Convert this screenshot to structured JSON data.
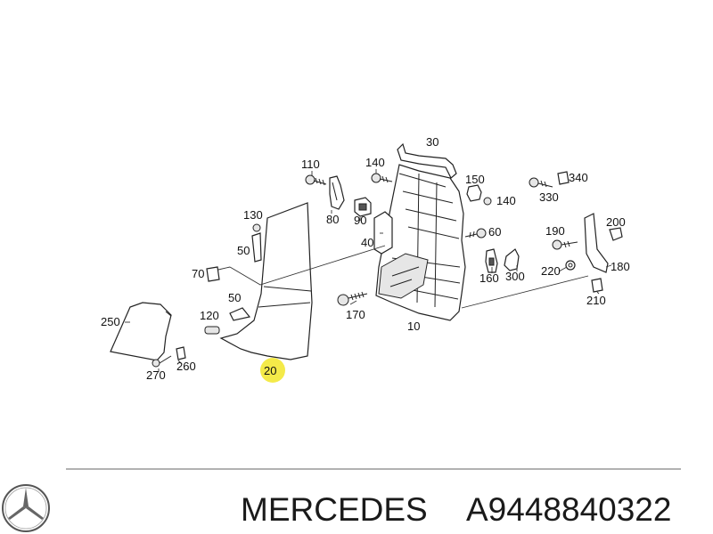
{
  "callouts": {
    "c10": "10",
    "c20": "20",
    "c30": "30",
    "c40": "40",
    "c50a": "50",
    "c50b": "50",
    "c60": "60",
    "c70": "70",
    "c80": "80",
    "c90": "90",
    "c110": "110",
    "c120": "120",
    "c130": "130",
    "c140a": "140",
    "c140b": "140",
    "c150": "150",
    "c160": "160",
    "c170": "170",
    "c180": "180",
    "c190": "190",
    "c200": "200",
    "c210": "210",
    "c220": "220",
    "c250": "250",
    "c260": "260",
    "c270": "270",
    "c300": "300",
    "c330": "330",
    "c340": "340"
  },
  "highlighted_part": "20",
  "footer": {
    "brand": "MERCEDES",
    "part_number": "A9448840322"
  },
  "colors": {
    "highlight": "#f2e629",
    "line": "#222222"
  },
  "icons": {
    "logo": "mercedes-star-logo"
  }
}
